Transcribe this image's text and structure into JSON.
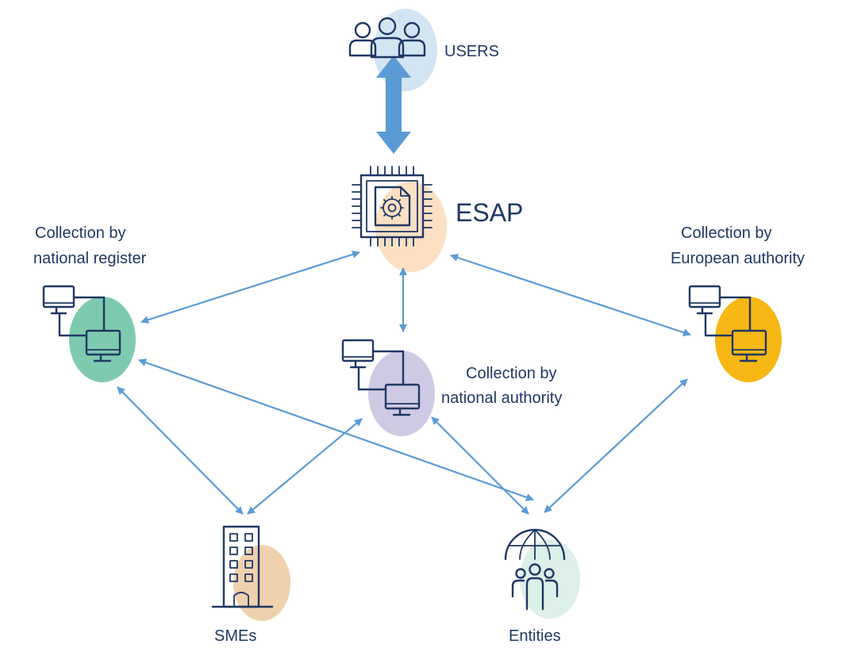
{
  "nodes": {
    "users": {
      "label": "USERS",
      "icon": "users-icon",
      "circle_color": "#d3e4f3"
    },
    "esap": {
      "label": "ESAP",
      "icon": "chip-document-gear-icon",
      "circle_color": "#fbe0c3"
    },
    "national_register": {
      "label_line1": "Collection by",
      "label_line2": "national register",
      "icon": "networked-computers-icon",
      "circle_color": "#7ecab0"
    },
    "national_authority": {
      "label_line1": "Collection by",
      "label_line2": "national authority",
      "icon": "networked-computers-icon",
      "circle_color": "#cfcae3"
    },
    "european_authority": {
      "label_line1": "Collection by",
      "label_line2": "European authority",
      "icon": "networked-computers-icon",
      "circle_color": "#f7b715"
    },
    "smes": {
      "label": "SMEs",
      "icon": "office-building-icon",
      "circle_color": "#efd1ae"
    },
    "entities": {
      "label": "Entities",
      "icon": "globe-people-icon",
      "circle_color": "#dcefe9"
    }
  },
  "colors": {
    "connector": "#5b9bd5",
    "icon_ink": "#1f3864",
    "label_text": "#1f3864"
  }
}
